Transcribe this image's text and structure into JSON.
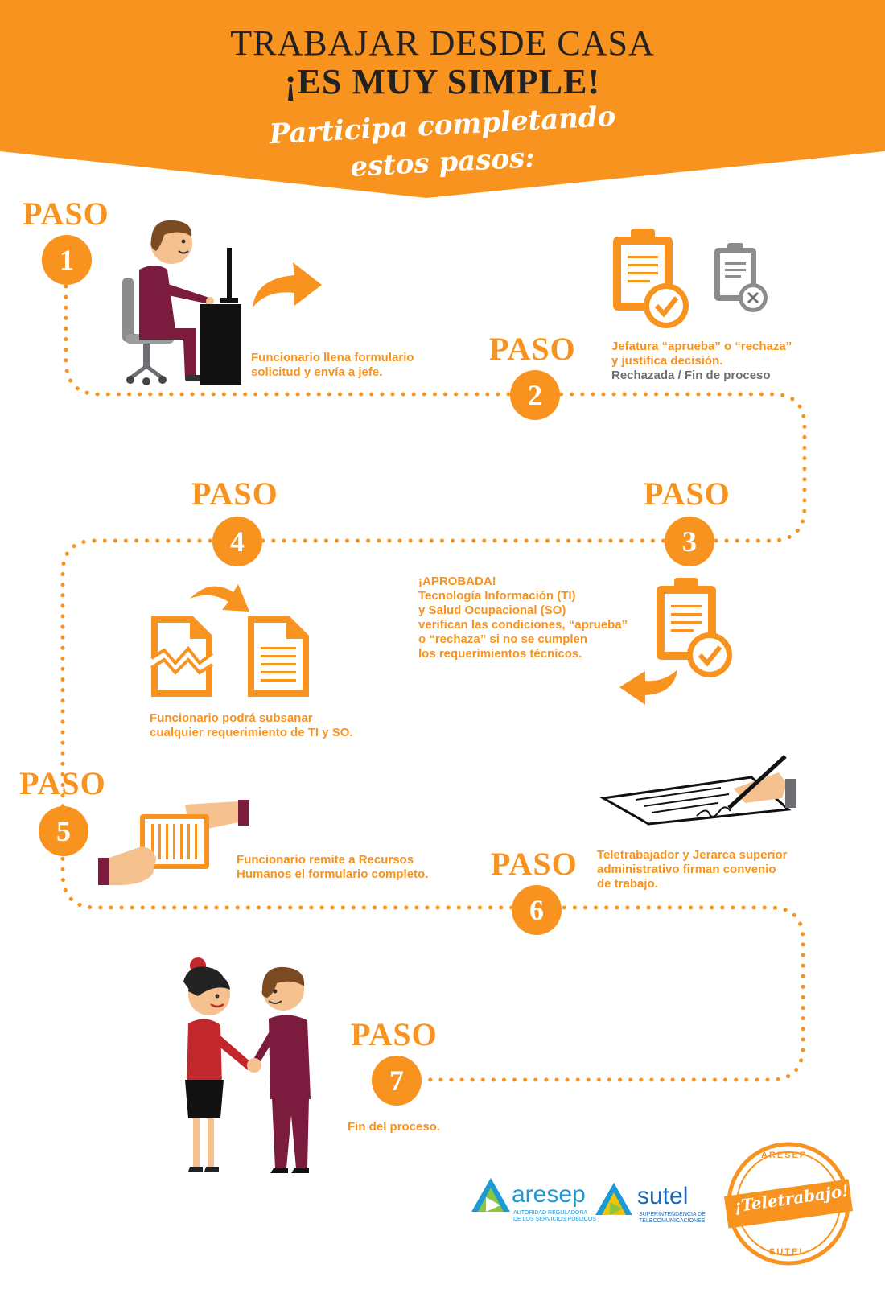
{
  "header": {
    "title_line1": "TRABAJAR DESDE CASA",
    "title_line2": "¡ES MUY SIMPLE!",
    "subtitle_line1": "Participa completando",
    "subtitle_line2": "estos pasos:",
    "background_color": "#f7931e"
  },
  "colors": {
    "accent": "#f7931e",
    "maroon": "#7b1c3e",
    "grey_text": "#6d6e71",
    "dark": "#222222"
  },
  "steps": [
    {
      "label": "PASO",
      "number": "1",
      "lines": [
        "Funcionario llena formulario",
        "solicitud y envía a jefe."
      ]
    },
    {
      "label": "PASO",
      "number": "2",
      "lines": [
        "Jefatura “aprueba” o “rechaza”",
        "y justifica decisión."
      ],
      "note": "Rechazada / Fin de proceso"
    },
    {
      "label": "PASO",
      "number": "3",
      "lines": [
        "¡APROBADA!",
        "Tecnología Información (TI)",
        "y Salud Ocupacional (SO)",
        "verifican las condiciones, “aprueba”",
        "o “rechaza”  si no se cumplen",
        "los requerimientos técnicos."
      ]
    },
    {
      "label": "PASO",
      "number": "4",
      "lines": [
        "Funcionario podrá subsanar",
        "cualquier requerimiento de TI y SO."
      ]
    },
    {
      "label": "PASO",
      "number": "5",
      "lines": [
        "Funcionario remite a Recursos",
        "Humanos el formulario completo."
      ]
    },
    {
      "label": "PASO",
      "number": "6",
      "lines": [
        "Teletrabajador y Jerarca superior",
        "administrativo firman convenio",
        "de trabajo."
      ]
    },
    {
      "label": "PASO",
      "number": "7",
      "lines": [
        "Fin del proceso."
      ]
    }
  ],
  "icons": [
    "person-at-computer-icon",
    "arrow-icon",
    "clipboard-check-icon",
    "clipboard-x-icon",
    "broken-document-icon",
    "document-icon",
    "hands-passing-document-icon",
    "signing-contract-icon",
    "handshake-people-icon"
  ],
  "logos": {
    "aresep": {
      "name": "aresep",
      "tagline1": "AUTORIDAD REGULADORA",
      "tagline2": "DE LOS SERVICIOS PÚBLICOS"
    },
    "sutel": {
      "name": "sutel",
      "tagline1": "SUPERINTENDENCIA DE",
      "tagline2": "TELECOMUNICACIONES"
    },
    "stamp": {
      "text": "¡Teletrabajo!",
      "top": "ARESEP",
      "bottom": "SUTEL"
    }
  }
}
